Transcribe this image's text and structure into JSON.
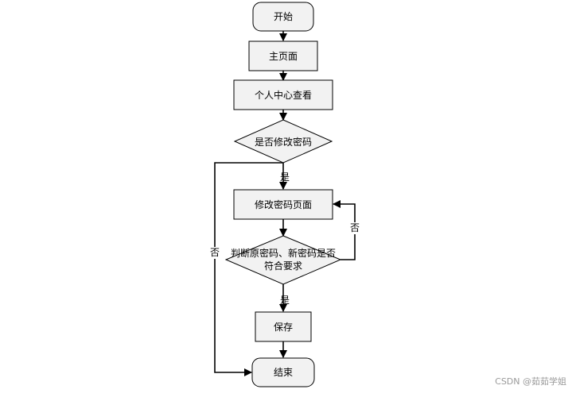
{
  "nodes": {
    "start": "开始",
    "home": "主页面",
    "profile": "个人中心查看",
    "decision_modify": "是否修改密码",
    "modify_page": "修改密码页面",
    "decision_check_line1": "判断原密码、新密码是否",
    "decision_check_line2": "符合要求",
    "save": "保存",
    "end": "结束"
  },
  "edges": {
    "modify_yes": "是",
    "modify_no": "否",
    "check_yes": "是",
    "check_no": "否"
  },
  "watermark": "CSDN @茹茹学姐"
}
